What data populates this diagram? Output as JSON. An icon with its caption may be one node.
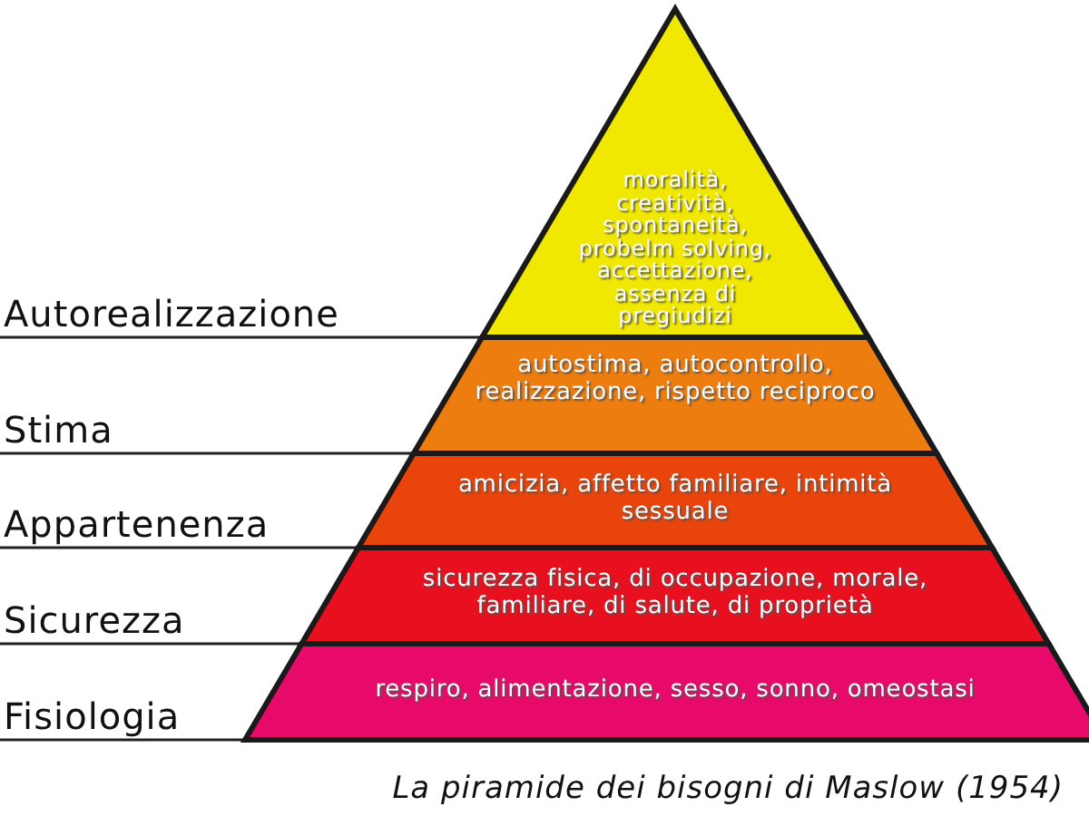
{
  "diagram": {
    "caption": "La piramide dei bisogni di Maslow (1954)",
    "nodes": [
      {
        "text": [
          "Autorealizzazione",
          "moralità, creatività, spontaneità, probelm solving, accettazione, assenza di pregiudizi"
        ]
      },
      {
        "text": [
          "Stima",
          "autostima, autocontrollo, realizzazione, rispetto reciproco"
        ]
      },
      {
        "text": [
          "Appartenenza",
          "amicizia, affetto familiare, intimità sessuale"
        ]
      },
      {
        "text": [
          "Sicurezza",
          "sicurezza fisica, di occupazione, morale, familiare, di salute, di proprietà"
        ]
      },
      {
        "text": [
          "Fisiologia",
          "respiro, alimentazione, sesso, sonno, omeostasi"
        ]
      }
    ]
  }
}
